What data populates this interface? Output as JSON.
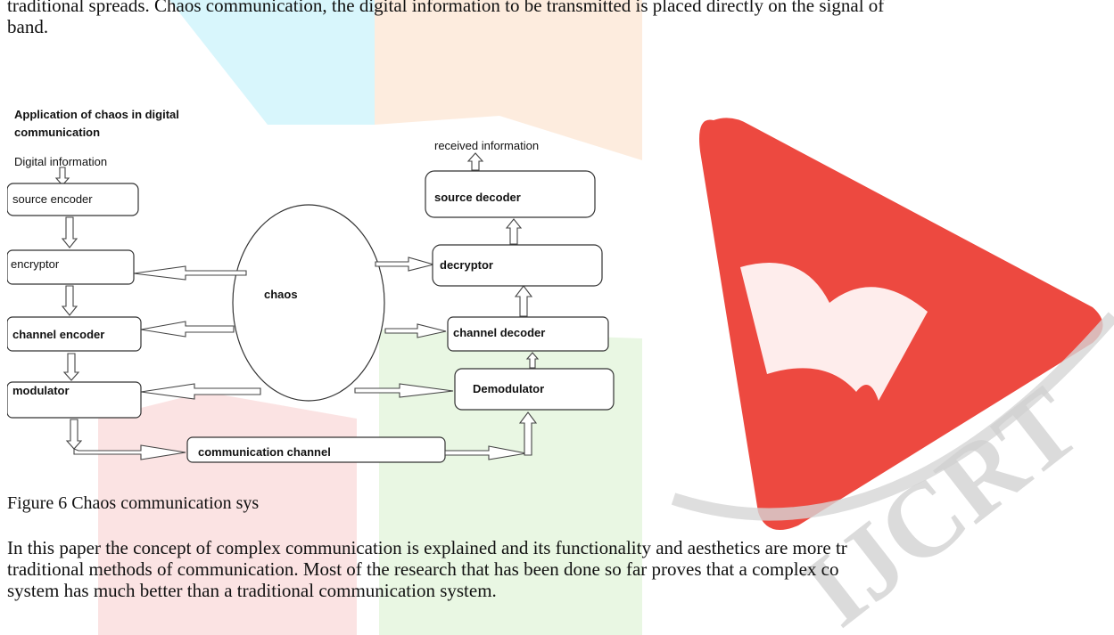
{
  "body": {
    "intro_lines": [
      "traditional spreads. Chaos communication, the digital information to be transmitted is placed directly on the signal of",
      "band."
    ],
    "caption": "Figure 6 Chaos communication sys",
    "outro_lines": [
      "In this paper the concept of complex communication is explained and its functionality and aesthetics are more tr",
      "traditional methods of communication. Most of the research that has been done so far proves that a complex co",
      "system has much better than a traditional communication system."
    ]
  },
  "figure": {
    "title_lines": [
      "Application of chaos in digital",
      "communication"
    ],
    "input_label": "Digital information",
    "output_label": "received information",
    "tx_blocks": [
      "source encoder",
      "encryptor",
      "channel encoder",
      "modulator"
    ],
    "chaos_label": "chaos",
    "channel_label": "communication channel",
    "rx_blocks": [
      "Demodulator",
      "channel decoder",
      "decryptor",
      "source decoder"
    ]
  },
  "watermark": {
    "text": "IJCRT",
    "color": "#e03a2f"
  }
}
